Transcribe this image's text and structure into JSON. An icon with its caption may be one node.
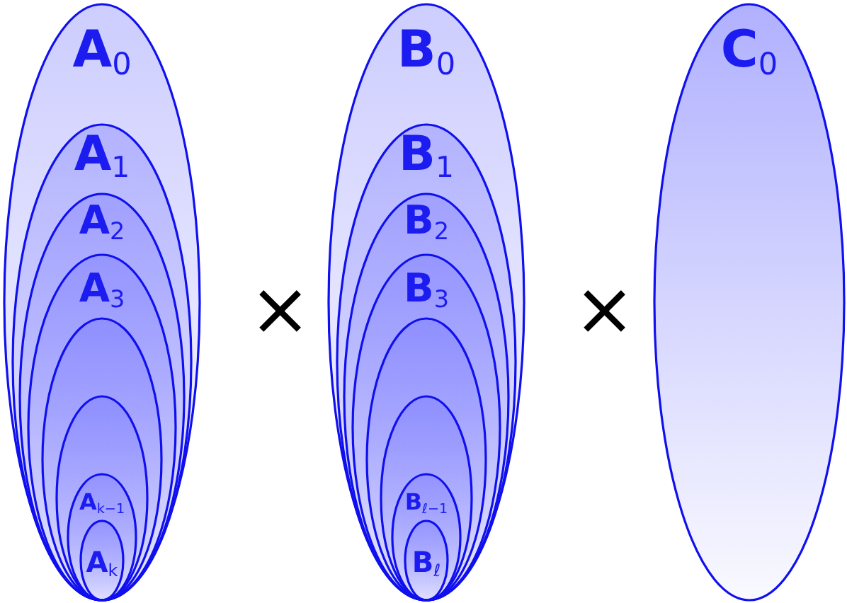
{
  "diagram": {
    "nodes": [
      {
        "text": [
          "A$_{0}$"
        ]
      },
      {
        "text": [
          "A$_{1}$"
        ],
        "in": 0
      },
      {
        "text": [
          "A$_{2}$"
        ],
        "in": 1
      },
      {
        "text": [
          "A$_{3}$"
        ],
        "in": 2
      },
      {
        "text": [],
        "shape": "ellipse",
        "in": 3
      },
      {
        "text": [],
        "shape": "ellipse",
        "in": 4
      },
      {
        "text": [
          "A$_{k−1}$"
        ],
        "in": 5
      },
      {
        "text": [
          "A$_{k}$"
        ],
        "in": 6
      },
      {
        "text": [
          "B$_{0}$"
        ]
      },
      {
        "text": [
          "B$_{1}$"
        ],
        "in": 8
      },
      {
        "text": [
          "B$_{2}$"
        ],
        "in": 9
      },
      {
        "text": [
          "B$_{3}$"
        ],
        "in": 10
      },
      {
        "text": [],
        "shape": "ellipse",
        "in": 11
      },
      {
        "text": [],
        "shape": "ellipse",
        "in": 12
      },
      {
        "text": [
          "B$_{ℓ−1}$"
        ],
        "in": 13
      },
      {
        "text": [
          "B$_{ℓ}$"
        ],
        "in": 14
      },
      {
        "text": [
          "C$_{0}$"
        ]
      }
    ],
    "labels": [
      "×",
      "×"
    ]
  }
}
